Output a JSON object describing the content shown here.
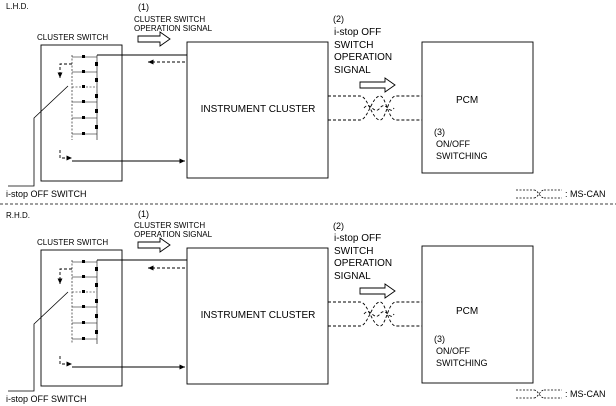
{
  "panels": [
    {
      "side_label": "L.H.D.",
      "cluster_switch_label": "CLUSTER SWITCH",
      "step1_num": "(1)",
      "step1_line1": "CLUSTER SWITCH",
      "step1_line2": "OPERATION SIGNAL",
      "step2_num": "(2)",
      "step2_line1": "i-stop OFF",
      "step2_line2": "SWITCH",
      "step2_line3": "OPERATION",
      "step2_line4": "SIGNAL",
      "instrument_cluster_label": "INSTRUMENT CLUSTER",
      "pcm_label": "PCM",
      "step3_num": "(3)",
      "step3_line1": "ON/OFF",
      "step3_line2": "SWITCHING",
      "istop_switch_label": "i-stop OFF SWITCH",
      "legend_label": ": MS-CAN"
    },
    {
      "side_label": "R.H.D.",
      "cluster_switch_label": "CLUSTER SWITCH",
      "step1_num": "(1)",
      "step1_line1": "CLUSTER SWITCH",
      "step1_line2": "OPERATION SIGNAL",
      "step2_num": "(2)",
      "step2_line1": "i-stop OFF",
      "step2_line2": "SWITCH",
      "step2_line3": "OPERATION",
      "step2_line4": "SIGNAL",
      "instrument_cluster_label": "INSTRUMENT CLUSTER",
      "pcm_label": "PCM",
      "step3_num": "(3)",
      "step3_line1": "ON/OFF",
      "step3_line2": "SWITCHING",
      "istop_switch_label": "i-stop OFF SWITCH",
      "legend_label": ": MS-CAN"
    }
  ]
}
